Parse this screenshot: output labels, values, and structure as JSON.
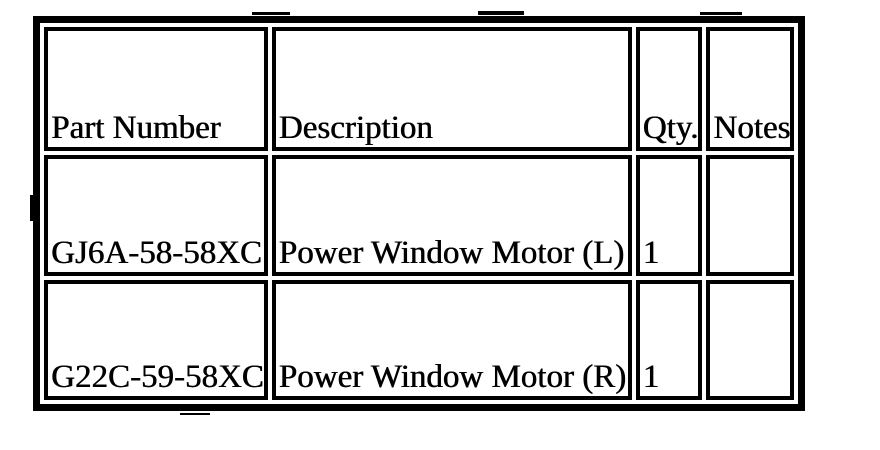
{
  "table": {
    "headers": {
      "part_number": "Part Number",
      "description": "Description",
      "qty": "Qty.",
      "notes": "Notes"
    },
    "rows": [
      {
        "part_number": "GJ6A-58-58XC",
        "description": "Power Window Motor (L)",
        "qty": "1",
        "notes": ""
      },
      {
        "part_number": "G22C-59-58XC",
        "description": "Power Window Motor (R)",
        "qty": "1",
        "notes": ""
      }
    ],
    "colors": {
      "border": "#000000",
      "background": "#ffffff",
      "text": "#000000"
    }
  }
}
